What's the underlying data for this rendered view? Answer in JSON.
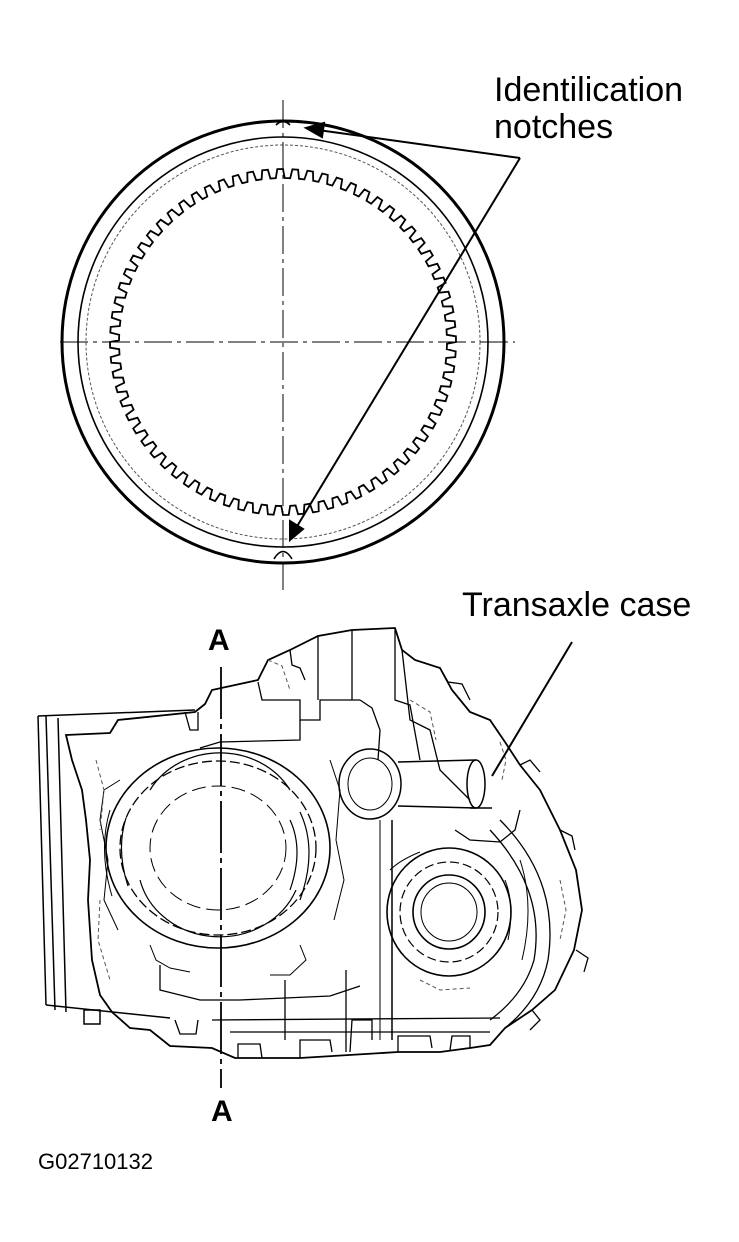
{
  "labels": {
    "identification_line1": "Identilication",
    "identification_line2": "notches",
    "transaxle_case": "Transaxle case",
    "section_top": "A",
    "section_bottom": "A",
    "figure_id": "G02710132"
  },
  "colors": {
    "ink": "#000000",
    "paper": "#ffffff",
    "gray_ink": "#555555"
  },
  "parts": {
    "clutch_plate_teeth": 72
  }
}
